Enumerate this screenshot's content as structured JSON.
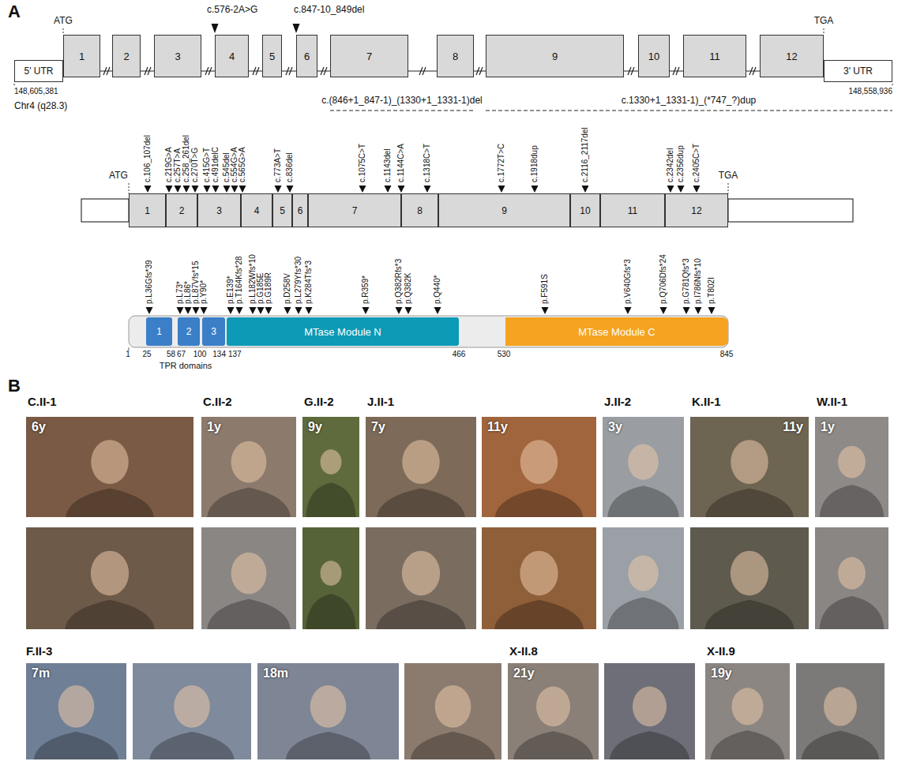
{
  "diagram": {
    "nodes": [
      {
        "text": [
          "5' UTR"
        ]
      },
      {
        "text": [
          "1"
        ]
      },
      {
        "text": [
          "2"
        ]
      },
      {
        "text": [
          "3"
        ]
      },
      {
        "text": [
          "4"
        ]
      },
      {
        "text": [
          "5"
        ]
      },
      {
        "text": [
          "6"
        ]
      },
      {
        "text": [
          "7"
        ]
      },
      {
        "text": [
          "8"
        ]
      },
      {
        "text": [
          "9"
        ]
      },
      {
        "text": [
          "10"
        ]
      },
      {
        "text": [
          "11"
        ]
      },
      {
        "text": [
          "12"
        ]
      },
      {
        "text": [
          "3' UTR"
        ]
      },
      {
        "text": [
          "1"
        ]
      },
      {
        "text": [
          "2"
        ]
      },
      {
        "text": [
          "3"
        ]
      },
      {
        "text": [
          "4"
        ]
      },
      {
        "text": [
          "5"
        ]
      },
      {
        "text": [
          "6"
        ]
      },
      {
        "text": [
          "7"
        ]
      },
      {
        "text": [
          "8"
        ]
      },
      {
        "text": [
          "9"
        ]
      },
      {
        "text": [
          "10"
        ]
      },
      {
        "text": [
          "11"
        ]
      },
      {
        "text": [
          "12"
        ]
      },
      {
        "text": [
          "1"
        ]
      },
      {
        "text": [
          "2"
        ]
      },
      {
        "text": [
          "3"
        ]
      },
      {
        "text": [
          "MTase Module N"
        ]
      },
      {
        "text": [
          "MTase Module C"
        ]
      },
      {
        "text": [
          "6y"
        ]
      },
      {
        "text": [
          "1y"
        ]
      },
      {
        "text": [
          "9y"
        ]
      },
      {
        "text": [
          "7y"
        ]
      },
      {
        "text": [
          "11y"
        ]
      },
      {
        "text": [
          "3y"
        ]
      },
      {
        "text": [
          "11y"
        ]
      },
      {
        "text": [
          "1y"
        ]
      },
      {
        "text": [
          "7m"
        ]
      },
      {
        "text": [
          "18m"
        ]
      },
      {
        "text": [
          "21y"
        ]
      },
      {
        "text": [
          "19y"
        ]
      }
    ],
    "labels": [
      "A",
      "ATG",
      "c.576-2A>G",
      "c.847-10_849del",
      "TGA",
      "148,605,381",
      "c.(846+1_847-1)_(1330+1_1331-1)del",
      "c.1330+1_1331-1)_(*747_?)dup",
      "148,558,936",
      "Chr4 (q28.3)",
      "ATG",
      "c.106_107del",
      "c.219G>A",
      "c.257T>A",
      "c.258_261del",
      "c.270T>G",
      "c.415G>T",
      "c.491delC",
      "c.545del",
      "c.554G>A",
      "c.565G>A",
      "c.773A>T",
      "c.836del",
      "c.1075C>T",
      "c.1143del",
      "c.1144C>A",
      "c.1318C>T",
      "c.1772T>C",
      "c.1918dup",
      "c.2116_2117del",
      "c.2342del",
      "c.2356dup",
      "c.2405C>T",
      "TGA",
      "p.L36Gfs*39",
      "p.L73*",
      "p.L86*",
      "p.L87Vfs*15",
      "p.Y90*",
      "p.E139*",
      "p.T164Kfs*28",
      "p.L182Wfs*10",
      "p.G185E",
      "p.G189R",
      "p.D258V",
      "p.L279Yfs*30",
      "p.K284Tfs*3",
      "p.R359*",
      "p.Q382Rfs*3",
      "p.Q382K",
      "p.Q440*",
      "p.F591S",
      "p.V640Gfs*3",
      "p.Q706Dfs*24",
      "p.G781Qfs*3",
      "p.I786Nfs*10",
      "p.T802I",
      "1",
      "25",
      "58",
      "67",
      "100",
      "134",
      "137",
      "466",
      "530",
      "845",
      "TPR domains",
      "B",
      "C.II-1",
      "C.II-2",
      "G.II-2",
      "J.II-1",
      "J.II-2",
      "K.II-1",
      "W.II-1",
      "F.II-3",
      "X-II.8",
      "X-II.9"
    ]
  }
}
